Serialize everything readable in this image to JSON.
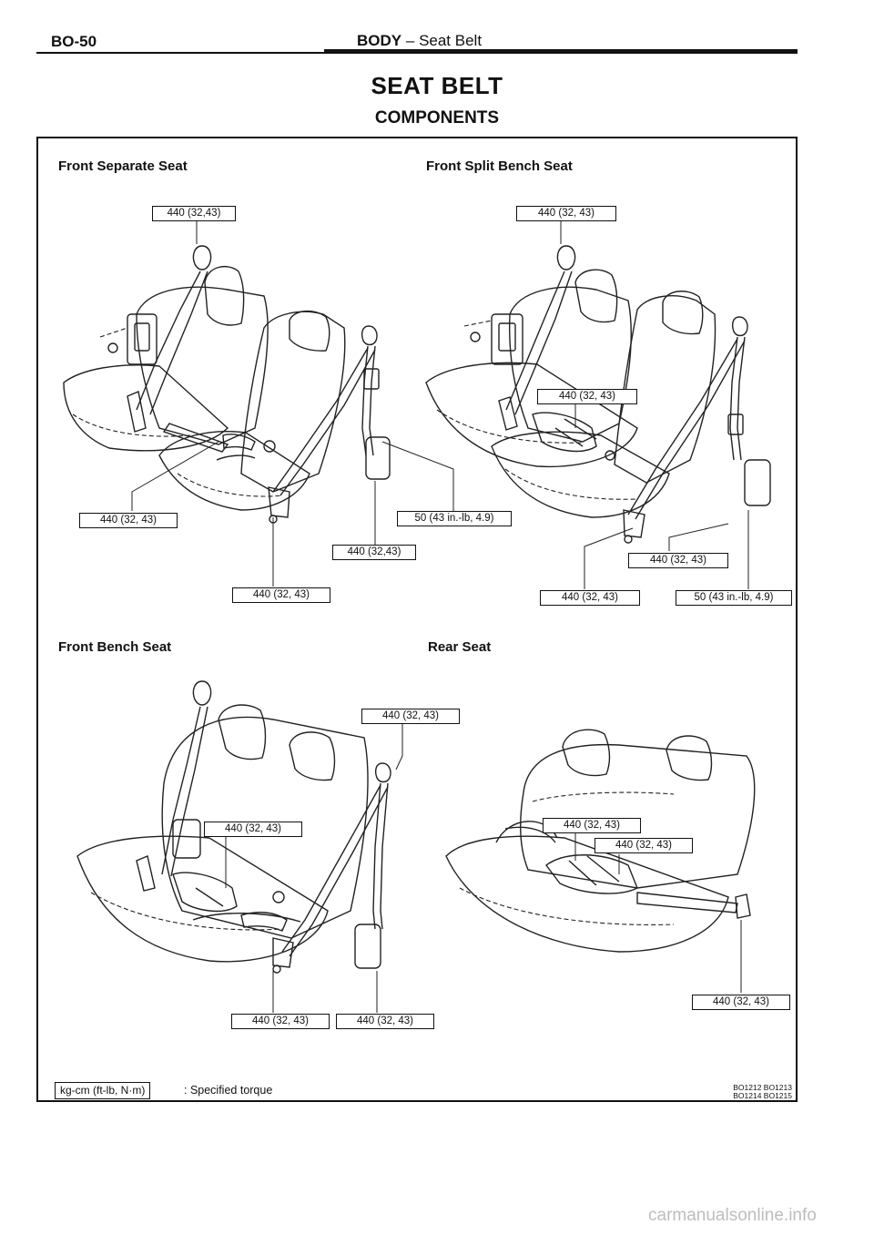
{
  "header": {
    "page_number": "BO-50",
    "section": "BODY",
    "separator": "–",
    "subsection": "Seat Belt"
  },
  "title": "SEAT BELT",
  "subtitle": "COMPONENTS",
  "panels": {
    "front_separate": {
      "heading": "Front Separate Seat",
      "torques": [
        "440 (32,43)",
        "440 (32, 43)",
        "440 (32, 43)",
        "440 (32,43)",
        "50 (43 in.-lb, 4.9)"
      ]
    },
    "front_split_bench": {
      "heading": "Front Split Bench Seat",
      "torques": [
        "440 (32, 43)",
        "440 (32, 43)",
        "440 (32, 43)",
        "440 (32, 43)",
        "50 (43 in.-lb, 4.9)"
      ]
    },
    "front_bench": {
      "heading": "Front Bench Seat",
      "torques": [
        "440 (32, 43)",
        "440 (32, 43)",
        "440 (32, 43)",
        "440 (32, 43)"
      ]
    },
    "rear": {
      "heading": "Rear Seat",
      "torques": [
        "440 (32, 43)",
        "440 (32, 43)",
        "440 (32, 43)"
      ]
    }
  },
  "legend": {
    "unit_box": "kg-cm (ft-lb, N·m)",
    "description": ": Specified torque"
  },
  "figure_codes": [
    "BO1212 BO1213",
    "BO1214 BO1215"
  ],
  "watermark": "carmanualsonline.info"
}
